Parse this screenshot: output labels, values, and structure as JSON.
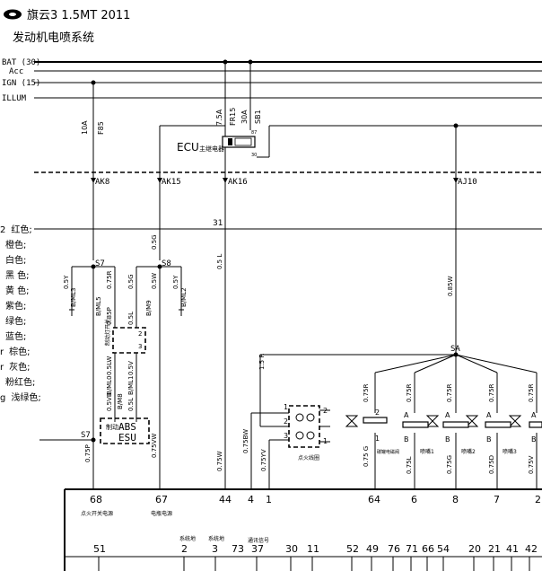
{
  "header": {
    "logo": "chery-logo-icon",
    "title": "旗云3 1.5MT 2011",
    "subtitle": "发动机电喷系统"
  },
  "rails": [
    "BAT (30)",
    "Acc",
    "IGN (15)",
    "ILLUM"
  ],
  "fuses": [
    {
      "rating": "10A",
      "id": "F85"
    },
    {
      "rating": "7.5A",
      "id": "FR15"
    },
    {
      "rating": "30A",
      "id": "SB1"
    }
  ],
  "relay": {
    "label": "ECU",
    "sub": "主继电器",
    "pin_a": "87",
    "pin_b": "30"
  },
  "connectors": [
    "AK8",
    "AK15",
    "AK16",
    "AJ10"
  ],
  "ground_bar_label": "31",
  "color_legend": [
    {
      "code": "2",
      "name": "红色;"
    },
    {
      "code": "",
      "name": "橙色;"
    },
    {
      "code": "",
      "name": "白色;"
    },
    {
      "code": "",
      "name": "黑    色;"
    },
    {
      "code": "",
      "name": "黄    色;"
    },
    {
      "code": "",
      "name": "紫色;"
    },
    {
      "code": "",
      "name": "绿色;"
    },
    {
      "code": "",
      "name": "蓝色;"
    },
    {
      "code": "r",
      "name": "棕色;"
    },
    {
      "code": "r",
      "name": "灰色;"
    },
    {
      "code": "",
      "name": "粉红色;"
    },
    {
      "code": "g",
      "name": "浅绿色;"
    }
  ],
  "splices": [
    "S7",
    "S8",
    "S7",
    "SA"
  ],
  "wire_labels": [
    "0.5G",
    "0.5 L",
    "0.5Y",
    "0.75R",
    "0.5G",
    "0.5W",
    "0.5Y",
    "1.5 R",
    "0.75BW",
    "0.75YV",
    "0.75W",
    "0.75P",
    "0.75VW",
    "0.85P",
    "0.5L",
    "0.5LW",
    "0.5V",
    "0.5VB",
    "0.5L",
    "0.75R",
    "0.75R",
    "0.75R",
    "0.75R",
    "0.75R",
    "0.75 G",
    "0.75L",
    "0.75G",
    "0.75D",
    "0.75V",
    "0.85W"
  ],
  "plug_labels": [
    "B/ML3",
    "B/ML5",
    "B/M9",
    "B/ML2",
    "B/ML0",
    "B/ML1",
    "B/M8"
  ],
  "components": {
    "brake_switch": "制动灯开关",
    "abs_box": "ABS",
    "abs_sub": "ESU",
    "abs_label": "制动",
    "ignition_coil": "点火线圈",
    "coil_pins": [
      "1",
      "2",
      "3",
      "2",
      "1"
    ],
    "injector_row": [
      "碳罐电磁阀",
      "喷嘴1",
      "喷嘴2",
      "喷嘴3"
    ],
    "injector_ab": [
      "A",
      "B"
    ],
    "injector_pins": [
      "2",
      "1"
    ]
  },
  "ecu_pins_top": [
    "68",
    "67",
    "44",
    "4",
    "1",
    "64",
    "6",
    "8",
    "7",
    "2"
  ],
  "ecu_pin_captions": [
    "点火开关电源",
    "电瓶电源"
  ],
  "ecu_pins_bottom": [
    "51",
    "2",
    "3",
    "73",
    "37",
    "30",
    "11",
    "52",
    "49",
    "76",
    "71",
    "66",
    "54",
    "20",
    "21",
    "41",
    "42"
  ],
  "ecu_bottom_captions": [
    "系统地",
    "系统地",
    "通讯信号"
  ],
  "edge_marks": [
    "A",
    "B"
  ]
}
